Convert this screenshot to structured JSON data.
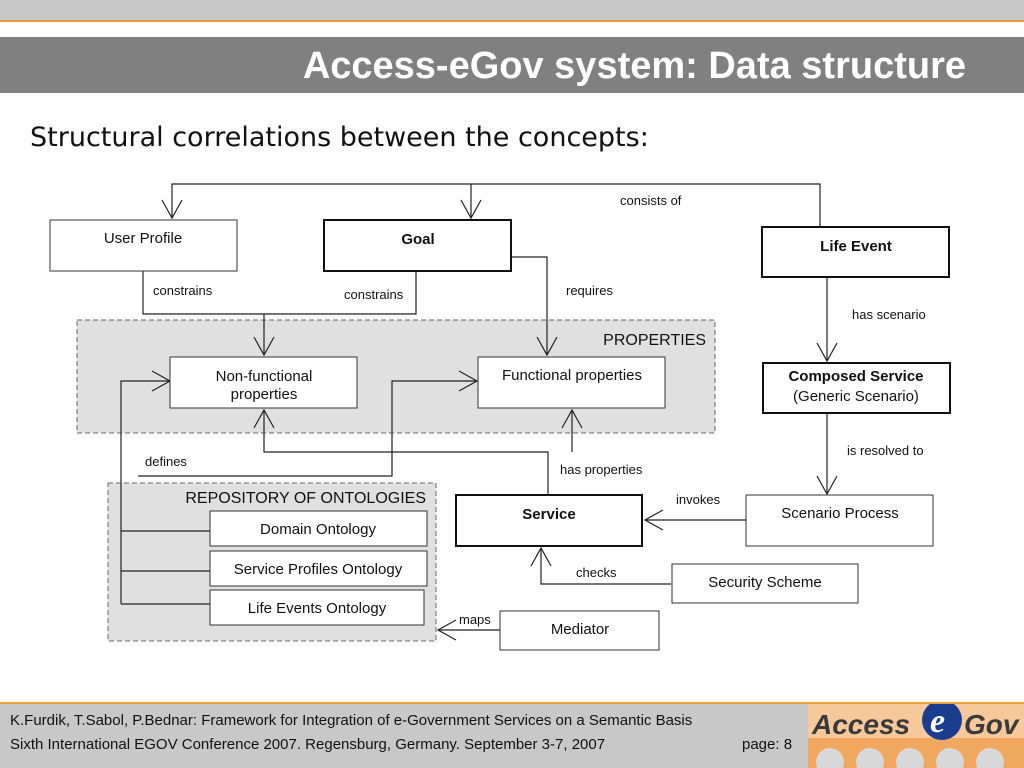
{
  "header": {
    "title": "Access-eGov system: Data structure"
  },
  "subtitle": "Structural correlations between the concepts:",
  "diagram": {
    "nodes": {
      "user_profile": "User Profile",
      "goal": "Goal",
      "life_event": "Life Event",
      "non_functional_1": "Non-functional",
      "non_functional_2": "properties",
      "functional": "Functional properties",
      "composed_service_1": "Composed Service",
      "composed_service_2": "(Generic Scenario)",
      "service": "Service",
      "scenario_process": "Scenario Process",
      "security_scheme": "Security Scheme",
      "mediator": "Mediator",
      "domain_ontology": "Domain Ontology",
      "service_profiles_ontology": "Service Profiles Ontology",
      "life_events_ontology": "Life Events Ontology"
    },
    "groups": {
      "properties": "PROPERTIES",
      "repository": "REPOSITORY OF ONTOLOGIES"
    },
    "edges": {
      "consists_of": "consists of",
      "constrains_user": "constrains",
      "constrains_goal": "constrains",
      "requires": "requires",
      "has_scenario": "has scenario",
      "is_resolved_to": "is resolved to",
      "defines": "defines",
      "has_properties": "has properties",
      "invokes": "invokes",
      "checks": "checks",
      "maps": "maps"
    }
  },
  "footer": {
    "line1": "K.Furdik, T.Sabol, P.Bednar: Framework for Integration of e-Government Services on a Semantic Basis",
    "line2": "Sixth International EGOV Conference 2007. Regensburg, Germany. September 3-7, 2007",
    "page": "page: 8"
  },
  "logo": {
    "text_access": "Access",
    "text_e": "e",
    "text_gov": "Gov"
  },
  "colors": {
    "accent_orange": "#f39c3c",
    "title_bar": "#808080",
    "logo_blue": "#1a3d8f"
  }
}
